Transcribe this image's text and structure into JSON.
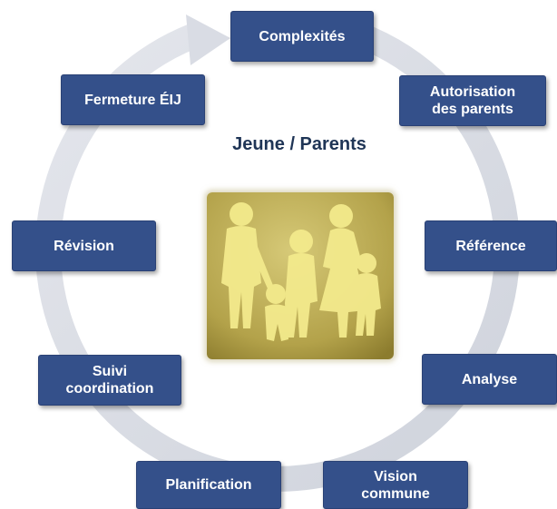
{
  "colors": {
    "box_fill": "#34508a",
    "ring": "#d9dce4",
    "title": "#1f3556",
    "image_background": "#b8a650",
    "figures": "#f3ea8c"
  },
  "center": {
    "title": "Jeune / Parents",
    "image": "family-silhouette-icon"
  },
  "steps": [
    {
      "id": "complexites",
      "label": "Complexités"
    },
    {
      "id": "autorisation",
      "label": "Autorisation\ndes parents"
    },
    {
      "id": "reference",
      "label": "Référence"
    },
    {
      "id": "analyse",
      "label": "Analyse"
    },
    {
      "id": "vision",
      "label": "Vision\ncommune"
    },
    {
      "id": "planification",
      "label": "Planification"
    },
    {
      "id": "suivi",
      "label": "Suivi\ncoordination"
    },
    {
      "id": "revision",
      "label": "Révision"
    },
    {
      "id": "fermeture",
      "label": "Fermeture ÉIJ"
    }
  ]
}
